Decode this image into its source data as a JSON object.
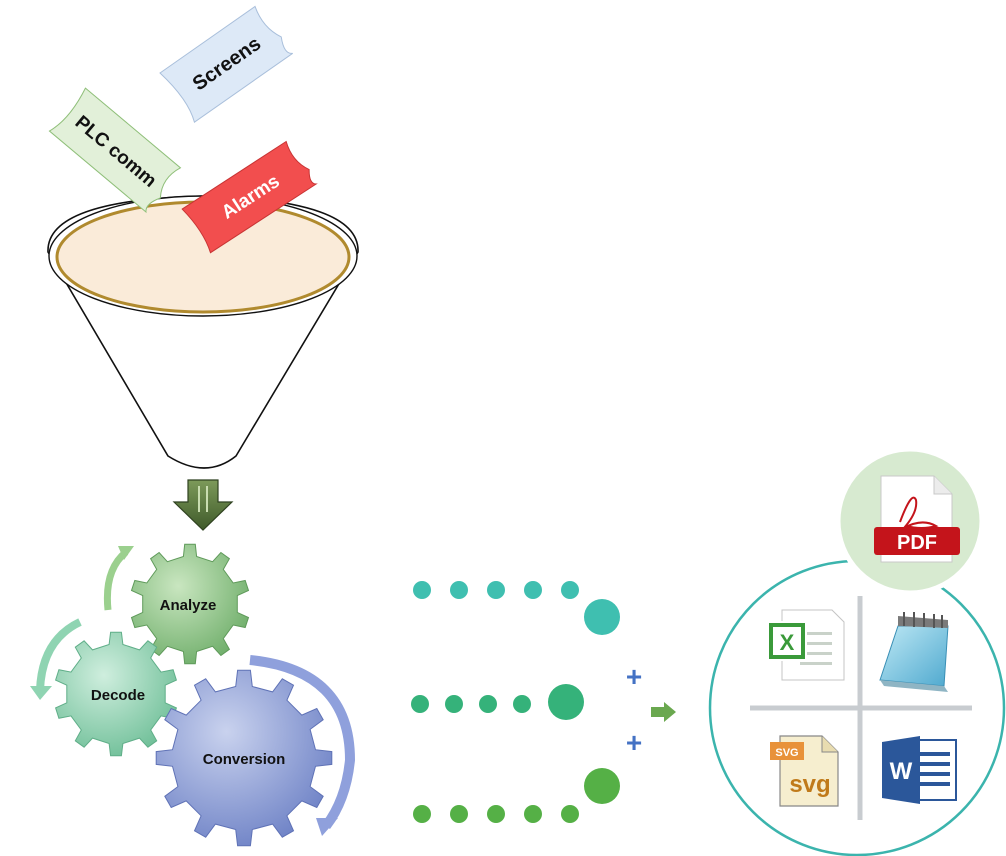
{
  "inputs": {
    "screens": "Screens",
    "plc": "PLC comm",
    "alarms": "Alarms"
  },
  "process": {
    "analyze": "Analyze",
    "decode": "Decode",
    "conversion": "Conversion"
  },
  "outputs": {
    "pdf_label": "PDF",
    "svg_badge": "SVG",
    "svg_label": "svg",
    "word_letter": "W",
    "excel_letter": "X"
  },
  "connectors": {
    "plus_symbol": "+"
  },
  "colors": {
    "screens_tag": "#dde9f7",
    "plc_tag": "#e2f0d9",
    "alarms_tag": "#f24e4e",
    "funnel_top": "#faebd9",
    "gear_analyze": "#7fbf7f",
    "gear_decode": "#7fcfa8",
    "gear_conversion": "#7f92cf",
    "dots_top": "#3fbfb0",
    "dots_middle": "#35b27a",
    "dots_bottom": "#55b046",
    "plus": "#4472c4",
    "output_circle_border": "#3bb4ad",
    "pdf_circle": "#d7ead0",
    "pdf_red": "#c4141b",
    "word_blue": "#2b579a",
    "excel_green": "#3a9a3a"
  },
  "icons": [
    "pdf-icon",
    "excel-icon",
    "notepad-icon",
    "svg-file-icon",
    "word-icon",
    "down-arrow-icon",
    "right-arrow-icon"
  ]
}
